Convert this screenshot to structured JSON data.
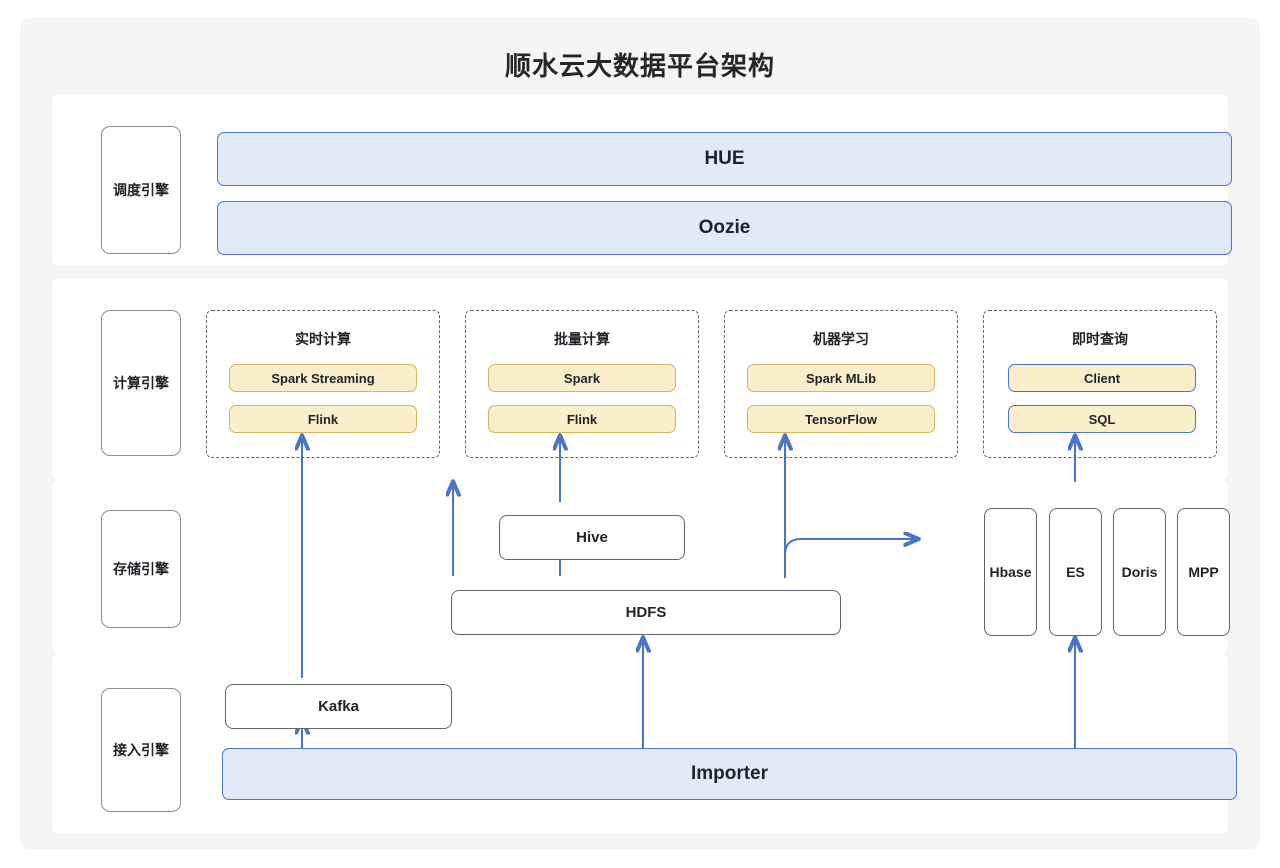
{
  "title": "顺水云大数据平台架构",
  "theme": {
    "canvas_bg": "#f5f5f5",
    "panel_bg": "#ffffff",
    "accent_blue": "#4a74c9",
    "fill_blue": "#e2e9f7",
    "fill_yellow": "#fbeecb",
    "border_yellow": "#d6b656",
    "border_gray": "#5f646d",
    "text": "#1f2328"
  },
  "layers": {
    "schedule": {
      "label": "调度引擎",
      "nodes": [
        {
          "label": "HUE"
        },
        {
          "label": "Oozie"
        }
      ]
    },
    "compute": {
      "label": "计算引擎",
      "groups": [
        {
          "title": "实时计算",
          "style": "yellow",
          "items": [
            {
              "label": "Spark Streaming"
            },
            {
              "label": "Flink"
            }
          ]
        },
        {
          "title": "批量计算",
          "style": "yellow",
          "items": [
            {
              "label": "Spark"
            },
            {
              "label": "Flink"
            }
          ]
        },
        {
          "title": "机器学习",
          "style": "yellow",
          "items": [
            {
              "label": "Spark MLib"
            },
            {
              "label": "TensorFlow"
            }
          ]
        },
        {
          "title": "即时查询",
          "style": "yellow-blue",
          "items": [
            {
              "label": "Client"
            },
            {
              "label": "SQL"
            }
          ]
        }
      ]
    },
    "storage": {
      "label": "存储引擎",
      "nodes": [
        {
          "label": "Hive"
        },
        {
          "label": "HDFS"
        }
      ],
      "stores": [
        {
          "label": "Hbase"
        },
        {
          "label": "ES"
        },
        {
          "label": "Doris"
        },
        {
          "label": "MPP"
        }
      ]
    },
    "ingest": {
      "label": "接入引擎",
      "nodes": [
        {
          "label": "Kafka"
        },
        {
          "label": "Importer"
        }
      ]
    }
  },
  "connections": [
    {
      "from": "Kafka",
      "to": "实时计算"
    },
    {
      "from": "HDFS",
      "to": "批量计算"
    },
    {
      "from": "Hive",
      "to": "批量计算"
    },
    {
      "from": "HDFS",
      "to": "机器学习"
    },
    {
      "from": "HDFS",
      "to": "Hive"
    },
    {
      "from": "HDFS",
      "to": "Hbase"
    },
    {
      "from": "Doris",
      "to": "即时查询"
    },
    {
      "from": "Importer",
      "to": "HDFS"
    },
    {
      "from": "Importer",
      "to": "Kafka"
    },
    {
      "from": "Importer",
      "to": "Doris"
    }
  ]
}
